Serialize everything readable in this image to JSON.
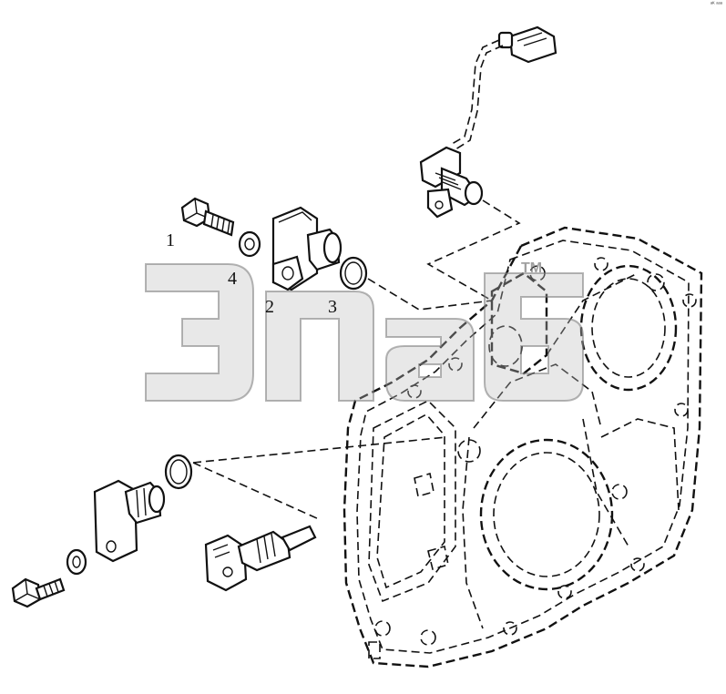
{
  "diagram": {
    "callouts": [
      {
        "id": "1",
        "label": "1"
      },
      {
        "id": "4",
        "label": "4"
      },
      {
        "id": "2",
        "label": "2"
      },
      {
        "id": "3",
        "label": "3"
      }
    ],
    "corner_code": "ᵃᴷ ᵃᵃᵃ",
    "watermark": {
      "text": "Эпаб",
      "trademark": "TM"
    }
  }
}
